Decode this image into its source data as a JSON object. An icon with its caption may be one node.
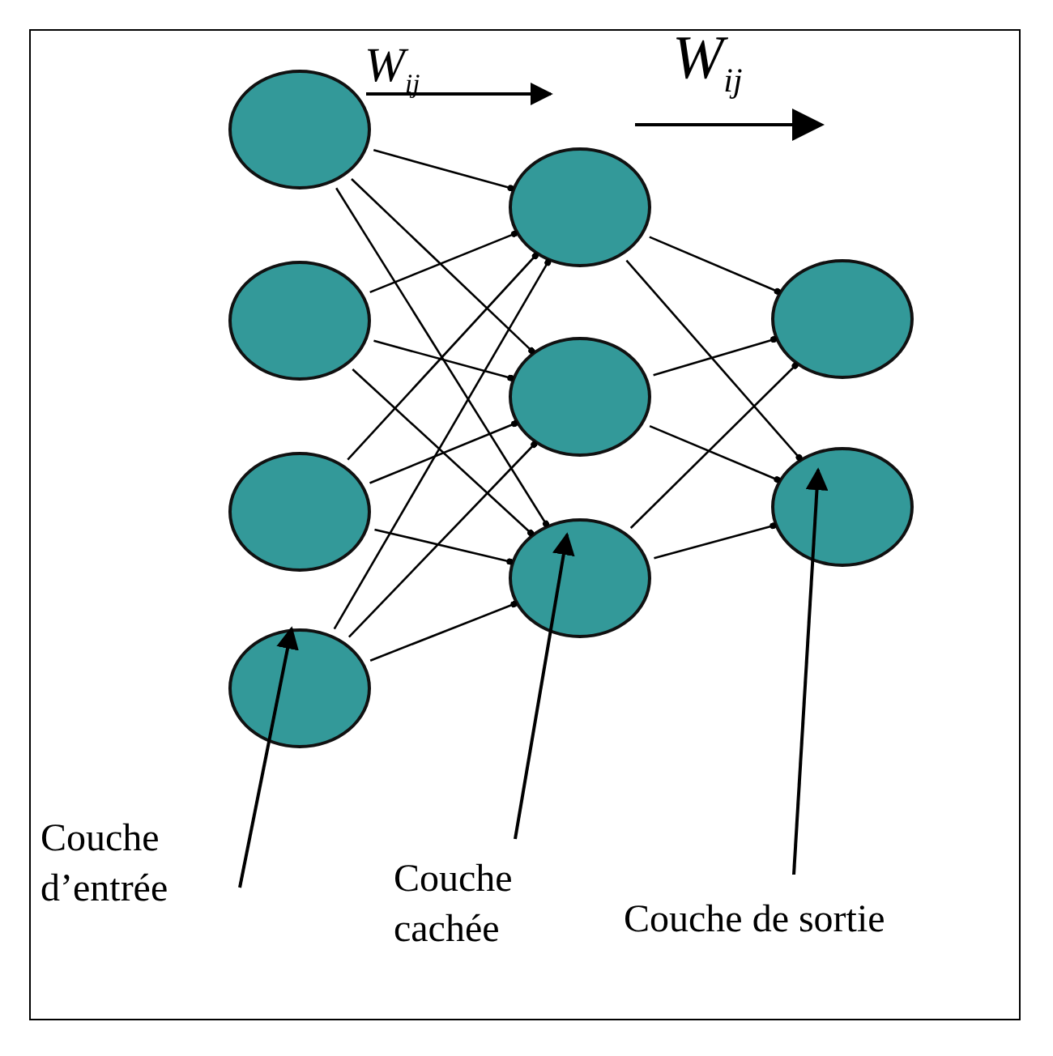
{
  "diagram": {
    "nodes": [
      {
        "text": [],
        "shape": "circle"
      },
      {
        "text": [],
        "shape": "circle"
      },
      {
        "text": [],
        "shape": "circle"
      },
      {
        "text": [],
        "shape": "circle"
      },
      {
        "text": [],
        "shape": "circle"
      },
      {
        "text": [],
        "shape": "circle"
      },
      {
        "text": [],
        "shape": "circle"
      },
      {
        "text": [],
        "shape": "circle"
      },
      {
        "text": [],
        "shape": "circle"
      },
      {
        "text": [
          "Couche d’entrée"
        ]
      },
      {
        "text": [
          "Couche cachée"
        ]
      },
      {
        "text": [
          "Couche de sortie"
        ]
      }
    ],
    "edges": [
      {
        "from": 0,
        "to": 4,
        "arrow": "other"
      },
      {
        "from": 0,
        "to": 5,
        "arrow": "other"
      },
      {
        "from": 0,
        "to": 6,
        "arrow": "other"
      },
      {
        "from": 1,
        "to": 4,
        "arrow": "other"
      },
      {
        "from": 1,
        "to": 5,
        "arrow": "other"
      },
      {
        "from": 1,
        "to": 6,
        "arrow": "other"
      },
      {
        "from": 2,
        "to": 4,
        "arrow": "other"
      },
      {
        "from": 2,
        "to": 5,
        "arrow": "other"
      },
      {
        "from": 2,
        "to": 6,
        "arrow": "other"
      },
      {
        "from": 3,
        "to": 4,
        "arrow": "other"
      },
      {
        "from": 3,
        "to": 5,
        "arrow": "other"
      },
      {
        "from": 3,
        "to": 6,
        "arrow": "other"
      },
      {
        "from": 4,
        "to": 7,
        "arrow": "other"
      },
      {
        "from": 4,
        "to": 8,
        "arrow": "other"
      },
      {
        "from": 5,
        "to": 7,
        "arrow": "other"
      },
      {
        "from": 5,
        "to": 8,
        "arrow": "other"
      },
      {
        "from": 6,
        "to": 7,
        "arrow": "other"
      },
      {
        "from": 6,
        "to": 8,
        "arrow": "other"
      },
      {
        "from": 9,
        "to": 3,
        "arrow": "to"
      },
      {
        "from": 10,
        "to": 6,
        "arrow": "to"
      },
      {
        "from": 11,
        "to": 8,
        "arrow": "to"
      }
    ],
    "labels": [
      "W$_{ij}$",
      "W$_{ij}$"
    ]
  }
}
